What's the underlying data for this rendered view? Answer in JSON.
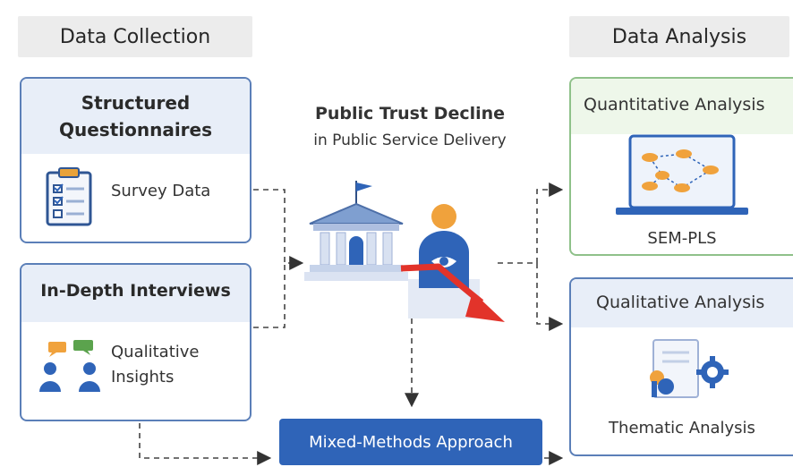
{
  "headers": {
    "collection": "Data Collection",
    "analysis": "Data Analysis"
  },
  "questionnaire": {
    "title_line1": "Structured",
    "title_line2": "Questionnaires",
    "item_label": "Survey Data",
    "icon": "clipboard-checklist-icon"
  },
  "interviews": {
    "title": "In-Depth Interviews",
    "item_line1": "Qualitative",
    "item_line2": "Insights",
    "icon": "people-speech-icon"
  },
  "center": {
    "title_line1": "Public Trust Decline",
    "title_line2": "in Public Service Delivery",
    "building_icon": "government-building-icon",
    "person_icon": "citizen-icon",
    "trend_icon": "downward-trend-arrow-icon"
  },
  "mixed": {
    "label": "Mixed-Methods Approach"
  },
  "quantitative": {
    "title": "Quantitative Analysis",
    "method": "SEM-PLS",
    "icon": "laptop-network-icon"
  },
  "qualitative": {
    "title": "Qualitative Analysis",
    "method": "Thematic Analysis",
    "icon": "document-gear-icon"
  },
  "colors": {
    "primary_blue": "#2f64b8",
    "card_border_blue": "#5b7fb8",
    "card_border_green": "#8fc18a",
    "trend_red": "#e2332a",
    "accent_orange": "#f0a23c"
  }
}
